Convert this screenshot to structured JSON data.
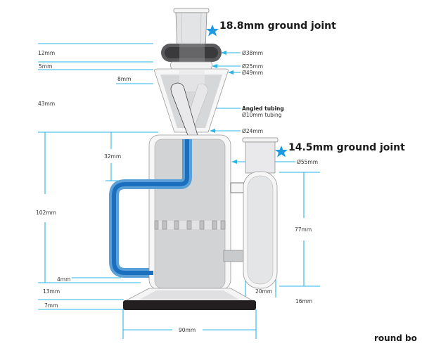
{
  "title": "Recycler water pipe specification diagram",
  "colors": {
    "dimension_line": "#29b6e8",
    "star": "#1e9be0",
    "tube_blue": "#1a6fbf",
    "tube_blue_light": "#5aa0d8",
    "glass_gray": "#d2d3d5",
    "base_black": "#231f20"
  },
  "callouts": {
    "top_joint": "18.8mm ground joint",
    "side_joint": "14.5mm ground joint",
    "angled_tubing_title": "Angled tubing",
    "angled_tubing_detail": "Ø10mm tubing",
    "round_bottom": "round bo"
  },
  "diameters": {
    "d38": "Ø38mm",
    "d25": "Ø25mm",
    "d49": "Ø49mm",
    "d24": "Ø24mm",
    "d55": "Ø55mm"
  },
  "heights_left": {
    "h12": "12mm",
    "h5": "5mm",
    "h8": "8mm",
    "h43": "43mm",
    "h32": "32mm",
    "h102": "102mm",
    "h4": "4mm",
    "h13": "13mm",
    "h7": "7mm"
  },
  "dims_right": {
    "h77": "77mm",
    "w20": "20mm",
    "h16": "16mm"
  },
  "width_bottom": "90mm"
}
